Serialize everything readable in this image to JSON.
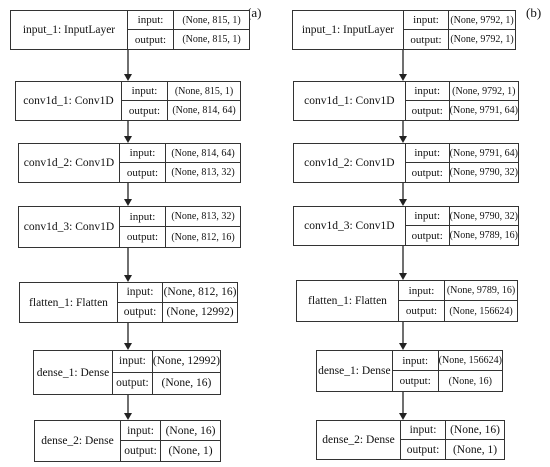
{
  "panels": [
    {
      "label": "(a)",
      "layers": [
        {
          "name": "input_1: InputLayer",
          "in_label": "input:",
          "out_label": "output:",
          "input": "(None, 815, 1)",
          "output": "(None, 815, 1)"
        },
        {
          "name": "conv1d_1: Conv1D",
          "in_label": "input:",
          "out_label": "output:",
          "input": "(None, 815, 1)",
          "output": "(None, 814, 64)"
        },
        {
          "name": "conv1d_2: Conv1D",
          "in_label": "input:",
          "out_label": "output:",
          "input": "(None, 814, 64)",
          "output": "(None, 813, 32)"
        },
        {
          "name": "conv1d_3: Conv1D",
          "in_label": "input:",
          "out_label": "output:",
          "input": "(None, 813, 32)",
          "output": "(None, 812, 16)"
        },
        {
          "name": "flatten_1: Flatten",
          "in_label": "input:",
          "out_label": "output:",
          "input": "(None, 812, 16)",
          "output": "(None, 12992)"
        },
        {
          "name": "dense_1: Dense",
          "in_label": "input:",
          "out_label": "output:",
          "input": "(None, 12992)",
          "output": "(None, 16)"
        },
        {
          "name": "dense_2: Dense",
          "in_label": "input:",
          "out_label": "output:",
          "input": "(None, 16)",
          "output": "(None, 1)"
        }
      ]
    },
    {
      "label": "(b)",
      "layers": [
        {
          "name": "input_1: InputLayer",
          "in_label": "input:",
          "out_label": "output:",
          "input": "(None, 9792, 1)",
          "output": "(None, 9792, 1)"
        },
        {
          "name": "conv1d_1: Conv1D",
          "in_label": "input:",
          "out_label": "output:",
          "input": "(None, 9792, 1)",
          "output": "(None, 9791, 64)"
        },
        {
          "name": "conv1d_2: Conv1D",
          "in_label": "input:",
          "out_label": "output:",
          "input": "(None, 9791, 64)",
          "output": "(None, 9790, 32)"
        },
        {
          "name": "conv1d_3: Conv1D",
          "in_label": "input:",
          "out_label": "output:",
          "input": "(None, 9790, 32)",
          "output": "(None, 9789, 16)"
        },
        {
          "name": "flatten_1: Flatten",
          "in_label": "input:",
          "out_label": "output:",
          "input": "(None, 9789, 16)",
          "output": "(None, 156624)"
        },
        {
          "name": "dense_1: Dense",
          "in_label": "input:",
          "out_label": "output:",
          "input": "(None, 156624)",
          "output": "(None, 16)"
        },
        {
          "name": "dense_2: Dense",
          "in_label": "input:",
          "out_label": "output:",
          "input": "(None, 16)",
          "output": "(None, 1)"
        }
      ]
    }
  ]
}
